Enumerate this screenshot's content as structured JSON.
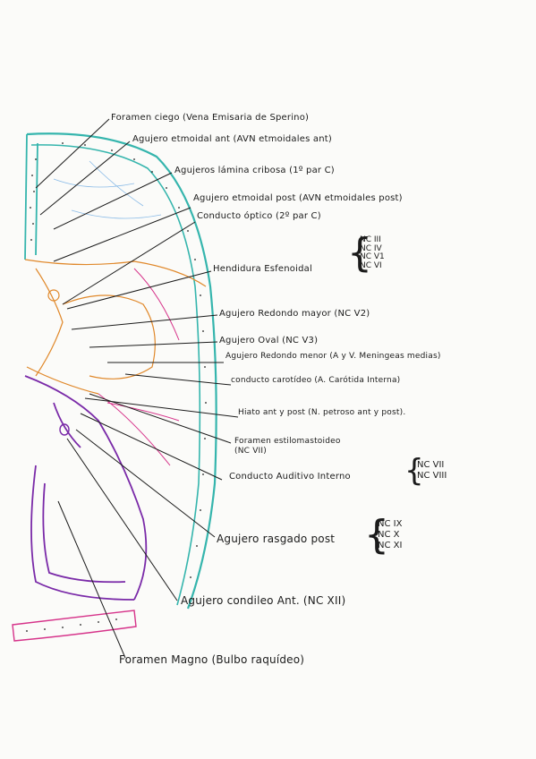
{
  "labels": {
    "foramen_ciego": "Foramen ciego (Vena Emisaria de Sperino)",
    "etmoidal_ant": "Agujero etmoidal ant (AVN etmoidales ant)",
    "lamina_cribosa": "Agujeros lámina cribosa (1º par C)",
    "etmoidal_post": "Agujero etmoidal post (AVN etmoidales post)",
    "conducto_optico": "Conducto óptico (2º par C)",
    "hendidura": "Hendidura Esfenoidal",
    "redondo_mayor": "Agujero Redondo mayor (NC V2)",
    "oval": "Agujero Oval (NC V3)",
    "redondo_menor": "Agujero Redondo menor (A y V. Meningeas medias)",
    "carotideo": "conducto carotídeo (A. Carótida Interna)",
    "hiato": "Hiato ant y post (N. petroso ant y post).",
    "estilomastoideo": "Foramen estilomastoideo (NC VII)",
    "auditivo": "Conducto Auditivo Interno",
    "rasgado": "Agujero rasgado post",
    "condileo": "Agujero condileo Ant. (NC XII)",
    "magno": "Foramen Magno (Bulbo raquídeo)"
  },
  "nerves": {
    "hendidura": [
      "NC III",
      "NC IV",
      "NC V1",
      "NC VI"
    ],
    "auditivo": [
      "NC VII",
      "NC VIII"
    ],
    "rasgado": [
      "NC IX",
      "NC X",
      "NC XI"
    ]
  },
  "colors": {
    "teal": "#35b5ad",
    "orange": "#e0882a",
    "purple": "#7a2aa8",
    "pink": "#d6338a",
    "blue": "#5aa0e0",
    "ink": "#1b1b1b"
  }
}
